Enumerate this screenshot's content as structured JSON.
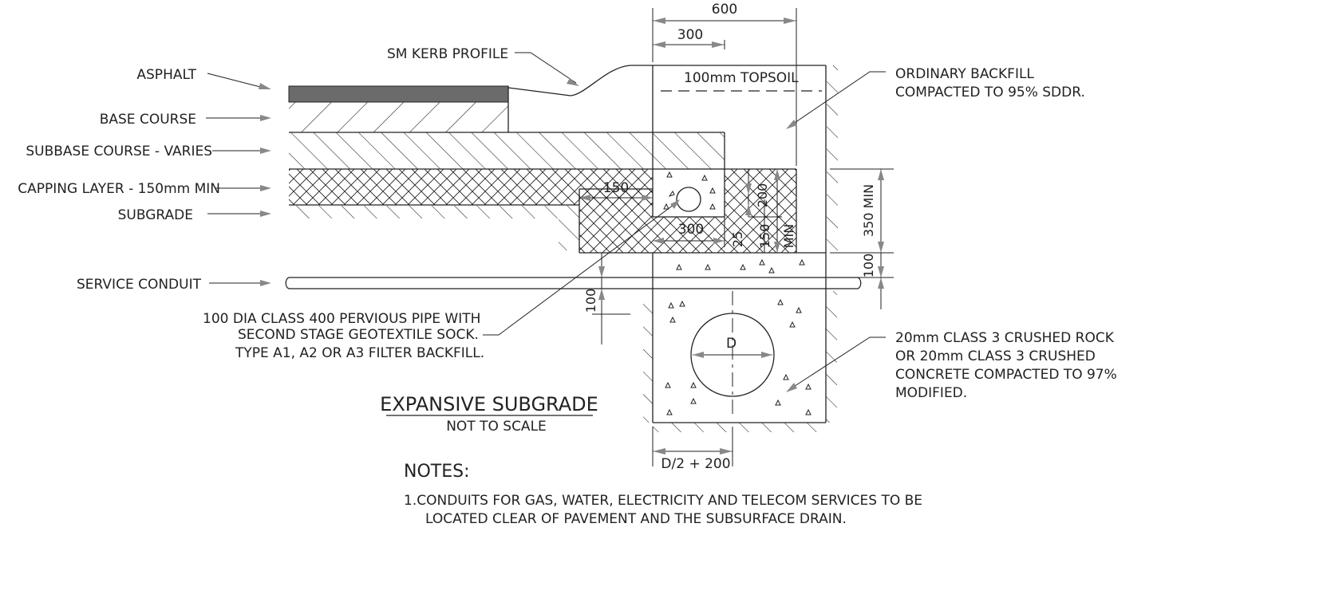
{
  "drawing": {
    "title": "EXPANSIVE SUBGRADE",
    "subtitle": "NOT TO SCALE"
  },
  "layers": {
    "asphalt": "ASPHALT",
    "base_course": "BASE COURSE",
    "subbase_course": "SUBBASE COURSE - VARIES",
    "capping_layer": "CAPPING LAYER - 150mm MIN",
    "subgrade": "SUBGRADE",
    "service_conduit": "SERVICE CONDUIT"
  },
  "callouts": {
    "kerb": "SM KERB PROFILE",
    "topsoil": "100mm TOPSOIL",
    "backfill_line1": "ORDINARY BACKFILL",
    "backfill_line2": "COMPACTED TO 95% SDDR.",
    "pipe_line1": "100 DIA CLASS 400 PERVIOUS PIPE WITH",
    "pipe_line2": "SECOND STAGE GEOTEXTILE SOCK.",
    "pipe_line3": "TYPE A1, A2 OR A3 FILTER BACKFILL.",
    "rock_line1": "20mm CLASS 3 CRUSHED ROCK",
    "rock_line2": "OR 20mm CLASS 3 CRUSHED",
    "rock_line3": "CONCRETE COMPACTED TO 97%",
    "rock_line4": "MODIFIED.",
    "diameter": "D"
  },
  "dimensions": {
    "d600": "600",
    "d300_top": "300",
    "d150": "150",
    "d300_mid": "300",
    "d200": "200",
    "d25": "25",
    "d150_min_a": "150",
    "d150_min_b": "MIN",
    "d350_min": "350 MIN",
    "d100_right": "100",
    "d100_left": "100",
    "d_half": "D/2 + 200"
  },
  "notes": {
    "heading": "NOTES:",
    "line1": "1.CONDUITS FOR GAS, WATER, ELECTRICITY AND TELECOM SERVICES TO BE",
    "line2": "LOCATED CLEAR OF PAVEMENT AND THE SUBSURFACE DRAIN."
  }
}
